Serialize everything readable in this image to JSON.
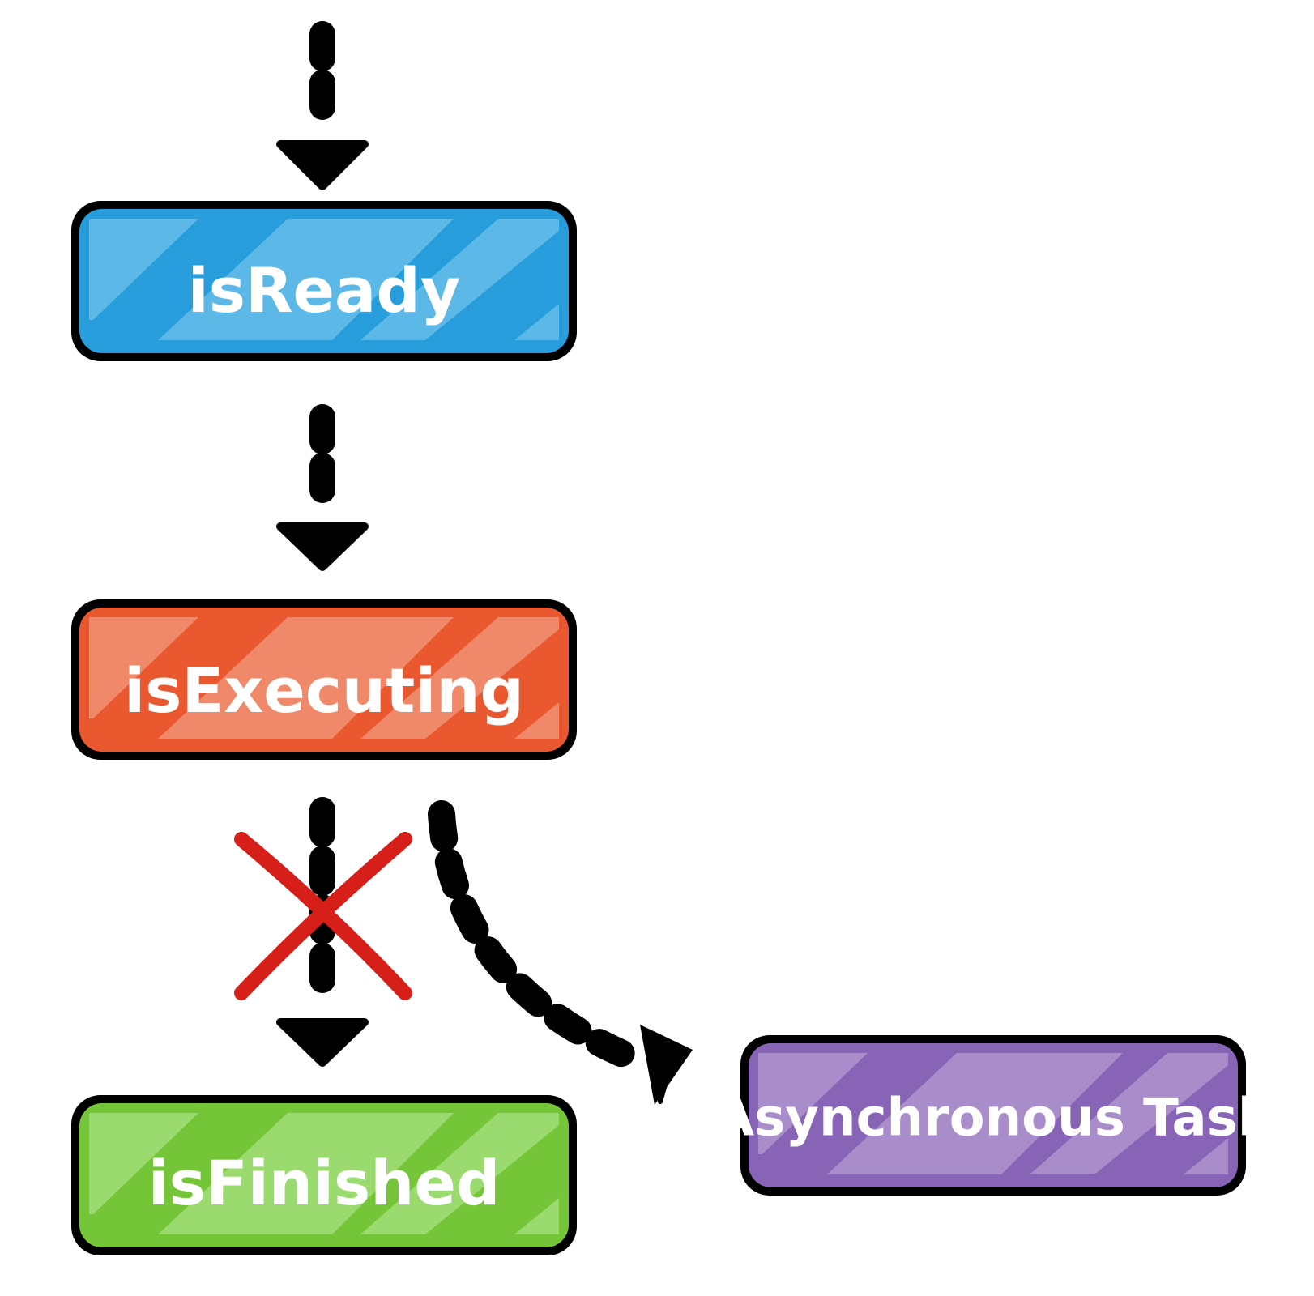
{
  "nodes": {
    "ready": {
      "label": "isReady",
      "color": "#279DDC",
      "highlight": "#5CB8E6"
    },
    "executing": {
      "label": "isExecuting",
      "color": "#E9582E",
      "highlight": "#F0886A"
    },
    "finished": {
      "label": "isFinished",
      "color": "#74C638",
      "highlight": "#9BDA6E"
    },
    "async": {
      "label": "Asynchronous Task",
      "color": "#8764B6",
      "highlight": "#A98CCA"
    }
  },
  "colors": {
    "outline": "#000000",
    "cross": "#D71F1A",
    "text": "#FFFFFF"
  },
  "edges": [
    {
      "from": "",
      "to": "isReady",
      "style": "dotted",
      "blocked": false
    },
    {
      "from": "isReady",
      "to": "isExecuting",
      "style": "dotted",
      "blocked": false
    },
    {
      "from": "isExecuting",
      "to": "isFinished",
      "style": "dotted",
      "blocked": true
    },
    {
      "from": "isExecuting",
      "to": "Asynchronous Task",
      "style": "dotted-curve",
      "blocked": false
    }
  ]
}
